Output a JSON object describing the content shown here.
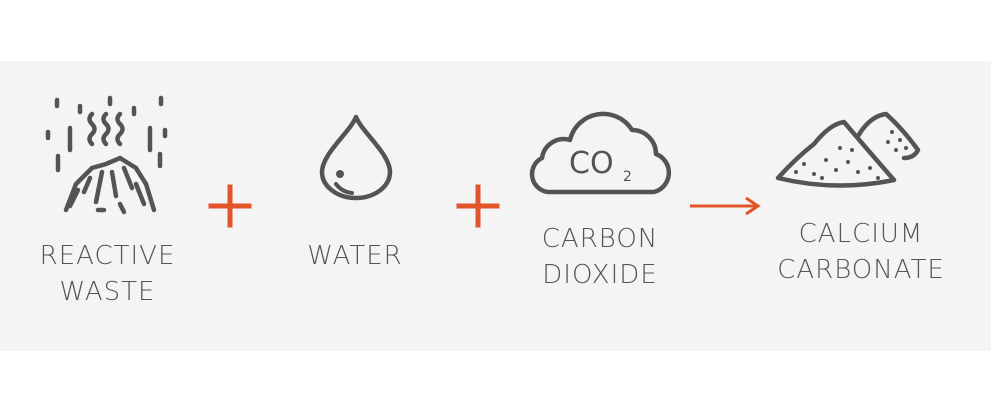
{
  "colors": {
    "background": "#f4f4f4",
    "ink": "#545454",
    "accent": "#e2542a"
  },
  "items": [
    {
      "icon": "reactive-waste-icon",
      "line1": "REACTIVE",
      "line2": "WASTE"
    },
    {
      "icon": "water-drop-icon",
      "line1": "WATER"
    },
    {
      "icon": "co2-cloud-icon",
      "line1": "CARBON",
      "line2": "DIOXIDE"
    },
    {
      "icon": "powder-piles-icon",
      "line1": "CALCIUM",
      "line2": "CARBONATE"
    }
  ],
  "cloud_text": {
    "main": "CO",
    "sub": "2"
  },
  "operators": [
    "plus",
    "plus",
    "arrow"
  ]
}
